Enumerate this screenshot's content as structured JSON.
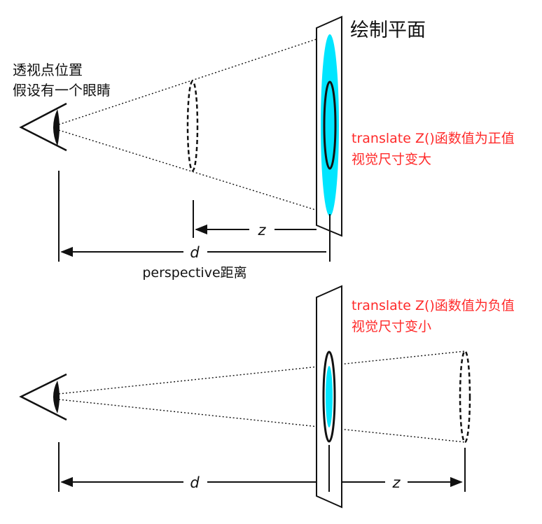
{
  "top": {
    "plane_label": "绘制平面",
    "eye_label_line1": "透视点位置",
    "eye_label_line2": "假设有一个眼睛",
    "note_line1": "translate Z()函数值为正值",
    "note_line2": "视觉尺寸变大",
    "z_label": "z",
    "d_label": "d",
    "distance_label": "perspective距离"
  },
  "bottom": {
    "note_line1": "translate Z()函数值为负值",
    "note_line2": "视觉尺寸变小",
    "d_label": "d",
    "z_label": "z"
  },
  "colors": {
    "cyan": "#00e5ff",
    "note_red": "#ff2a2a",
    "line": "#111111"
  }
}
